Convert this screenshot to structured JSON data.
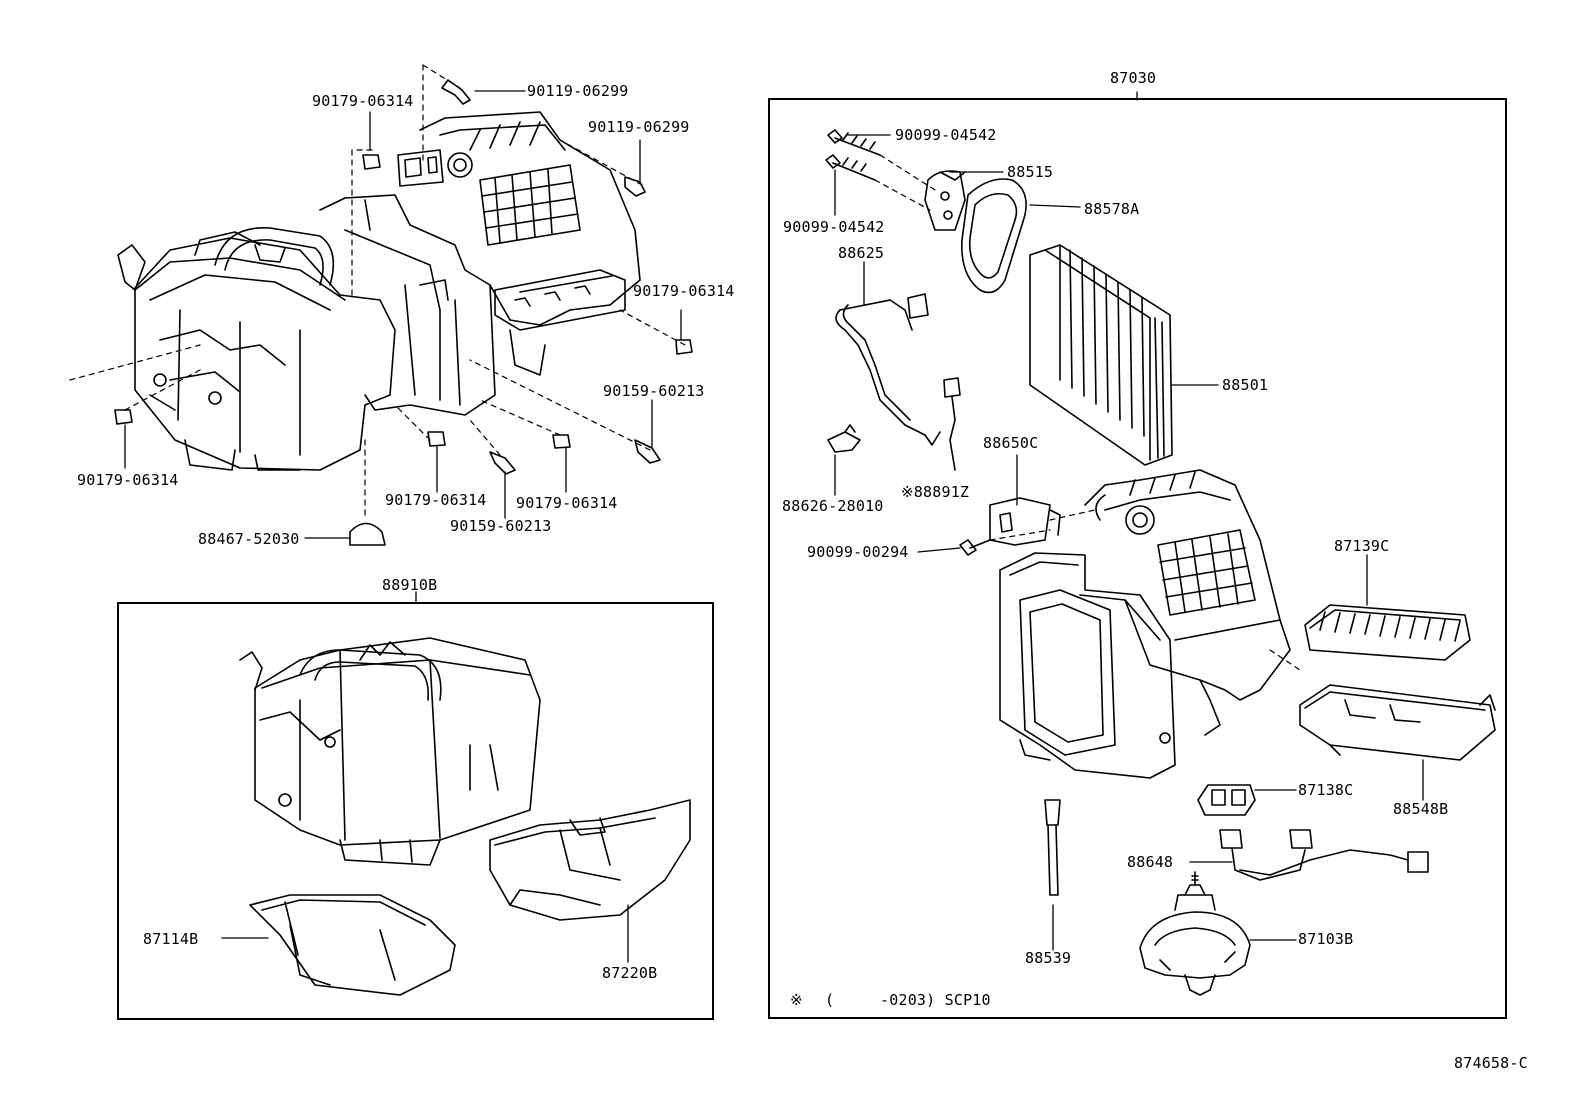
{
  "diagram": {
    "left_assembly": {
      "labels": {
        "p1": "90179-06314",
        "p2": "90119-06299",
        "p3": "90119-06299",
        "p4": "90179-06314",
        "p5": "90159-60213",
        "p6": "90179-06314",
        "p7": "90179-06314",
        "p8": "90179-06314",
        "p9": "90159-60213",
        "p10": "88467-52030"
      }
    },
    "sub_box": {
      "title": "88910B",
      "labels": {
        "p1": "87114B",
        "p2": "87220B"
      }
    },
    "right_box": {
      "title": "87030",
      "labels": {
        "p1": "90099-04542",
        "p2": "88515",
        "p3": "90099-04542",
        "p4": "88578A",
        "p5": "88625",
        "p6": "88501",
        "p7": "88650C",
        "p8": "※88891Z",
        "p9": "88626-28010",
        "p10": "90099-00294",
        "p11": "87139C",
        "p12": "87138C",
        "p13": "88548B",
        "p14": "88648",
        "p15": "88539",
        "p16": "87103B"
      },
      "note": {
        "mark": "※",
        "open": "(",
        "text": "-0203) SCP10"
      }
    },
    "figure_number": "874658-C"
  }
}
